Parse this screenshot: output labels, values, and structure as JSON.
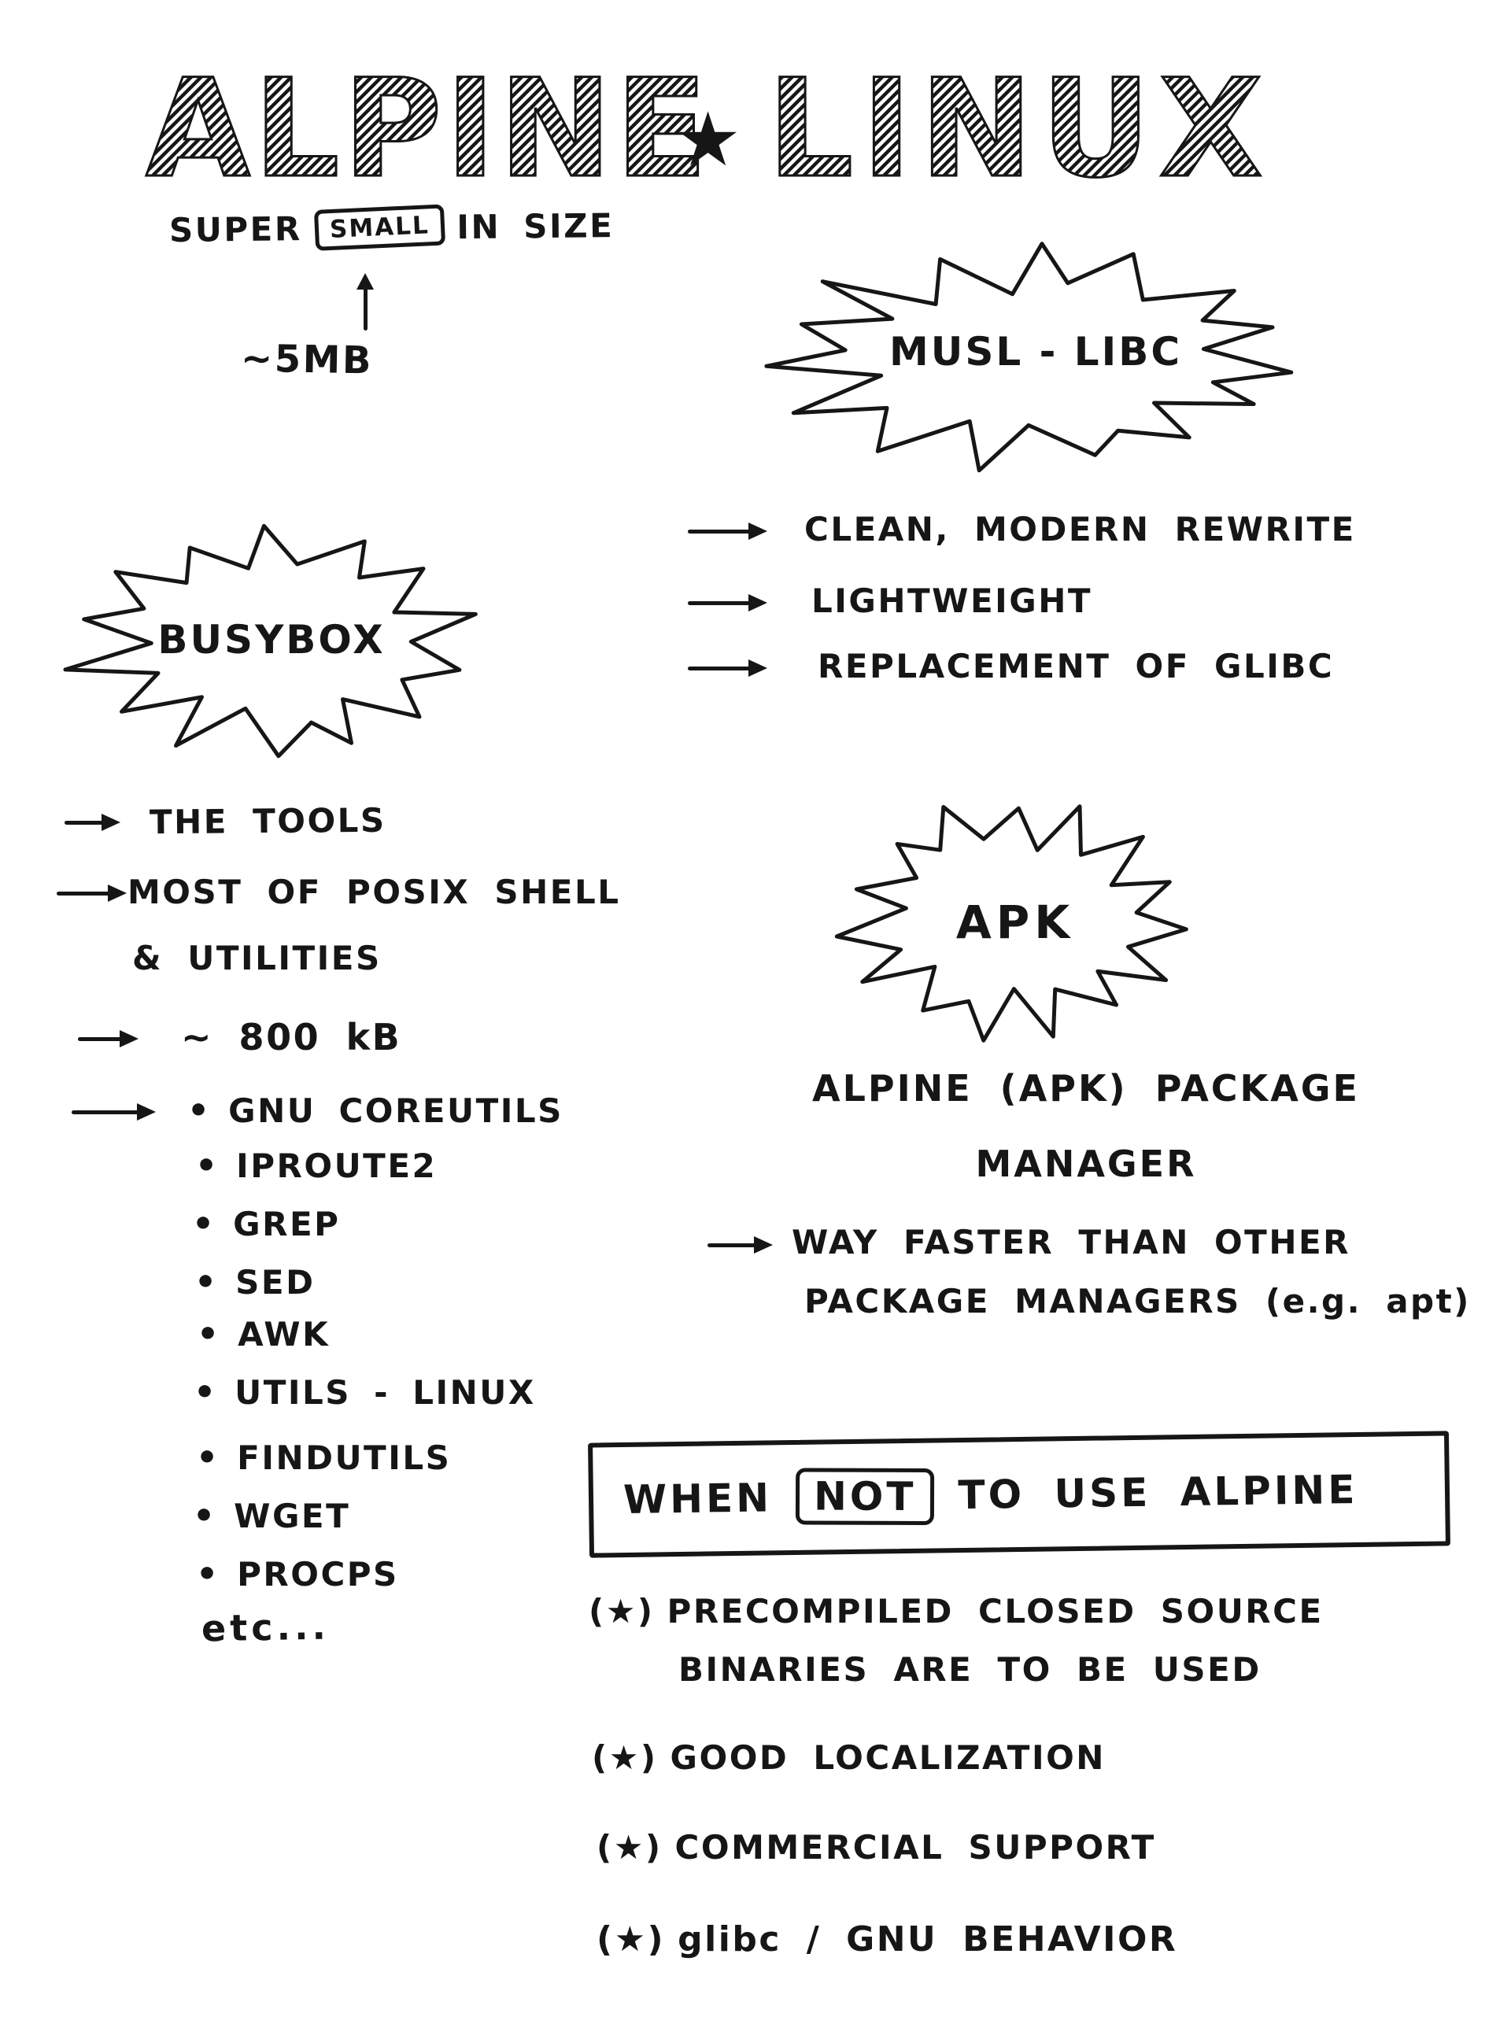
{
  "colors": {
    "ink": "#161616",
    "paper": "#ffffff"
  },
  "glyphs": {
    "bullet": "•",
    "star_bullet": "(★)",
    "title_star": "★"
  },
  "title": {
    "word1": "ALPINE",
    "word2": "LINUX"
  },
  "size_note": {
    "prefix": "SUPER",
    "boxed": "SMALL",
    "suffix": "IN SIZE",
    "annotation": "~5MB"
  },
  "musl": {
    "burst_label": "MUSL - LIBC",
    "points": [
      "CLEAN, MODERN REWRITE",
      "LIGHTWEIGHT",
      "REPLACEMENT OF GLIBC"
    ]
  },
  "busybox": {
    "burst_label": "BUSYBOX",
    "point_tools": "THE TOOLS",
    "point_posix_line1": "MOST OF POSIX SHELL",
    "point_posix_line2": "& UTILITIES",
    "point_size": "~ 800 kB",
    "tools_list": [
      "GNU COREUTILS",
      "IPROUTE2",
      "GREP",
      "SED",
      "AWK",
      "UTILS - LINUX",
      "FINDUTILS",
      "WGET",
      "PROCPS"
    ],
    "list_suffix": "etc..."
  },
  "apk": {
    "burst_label": "APK",
    "subtitle_line1": "ALPINE (APK) PACKAGE",
    "subtitle_line2": "MANAGER",
    "point_line1": "WAY FASTER THAN OTHER",
    "point_line2": "PACKAGE MANAGERS (e.g. apt)"
  },
  "when_not": {
    "heading_prefix": "WHEN",
    "heading_boxed": "NOT",
    "heading_suffix": "TO USE ALPINE",
    "items": [
      {
        "line1": "PRECOMPILED CLOSED SOURCE",
        "line2": "BINARIES ARE TO BE USED"
      },
      {
        "line1": "GOOD LOCALIZATION"
      },
      {
        "line1": "COMMERCIAL SUPPORT"
      },
      {
        "line1": "glibc / GNU BEHAVIOR"
      }
    ]
  }
}
